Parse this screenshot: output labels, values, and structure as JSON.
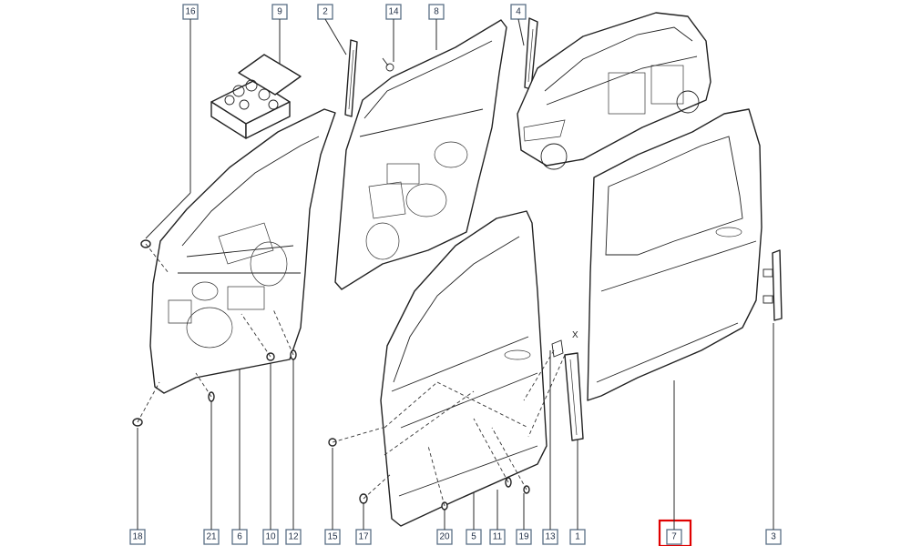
{
  "callouts": [
    {
      "label": "16"
    },
    {
      "label": "9"
    },
    {
      "label": "2"
    },
    {
      "label": "14"
    },
    {
      "label": "8"
    },
    {
      "label": "4"
    },
    {
      "label": "18"
    },
    {
      "label": "21"
    },
    {
      "label": "6"
    },
    {
      "label": "10"
    },
    {
      "label": "12"
    },
    {
      "label": "15"
    },
    {
      "label": "17"
    },
    {
      "label": "20"
    },
    {
      "label": "5"
    },
    {
      "label": "11"
    },
    {
      "label": "19"
    },
    {
      "label": "13"
    },
    {
      "label": "1"
    },
    {
      "label": "7"
    },
    {
      "label": "3"
    }
  ],
  "selected_callout": "7",
  "axis_marker": "X",
  "colors": {
    "highlight": "#e00000",
    "callout_border": "#5a6f86",
    "line": "#222222"
  }
}
